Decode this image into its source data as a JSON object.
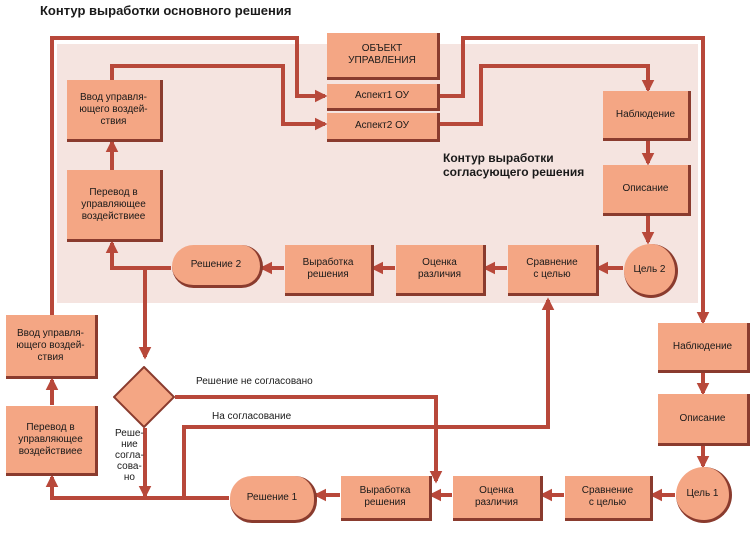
{
  "title": "Контур выработки основного решения",
  "subtitle": "Контур выработки\nсогласующего решения",
  "colors": {
    "box": "#f4a684",
    "line": "#b8483a",
    "shadow": "#8a3b2e",
    "inner_bg": "#f5e4e0"
  },
  "nodes": {
    "object_title": "ОБЪЕКТ\nУПРАВЛЕНИЯ",
    "aspect1": "Аспект1 ОУ",
    "aspect2": "Аспект2 ОУ",
    "obs_top": "Наблюдение",
    "desc_top": "Описание",
    "goal2": "Цель 2",
    "compare_top": "Сравнение\nс целью",
    "diff_top": "Оценка\nразличия",
    "solve_top": "Выработка\nрешения",
    "decision2": "Решение 2",
    "transfer_top": "Перевод в\nуправляющее\nвоздействиее",
    "input_top": "Ввод управля-\nющего воздей-\nствия",
    "input_left": "Ввод управля-\nющего воздей-\nствия",
    "transfer_left": "Перевод в\nуправляющее\nвоздействиее",
    "obs_right": "Наблюдение",
    "desc_right": "Описание",
    "goal1": "Цель 1",
    "compare_bottom": "Сравнение\nс целью",
    "diff_bottom": "Оценка\nразличия",
    "solve_bottom": "Выработка\nрешения",
    "decision1": "Решение 1"
  },
  "labels": {
    "not_agreed": "Решение не согласовано",
    "to_agreement": "На согласование",
    "agreed": "Реше-\nние\nсогла-\nсова-\nно"
  }
}
